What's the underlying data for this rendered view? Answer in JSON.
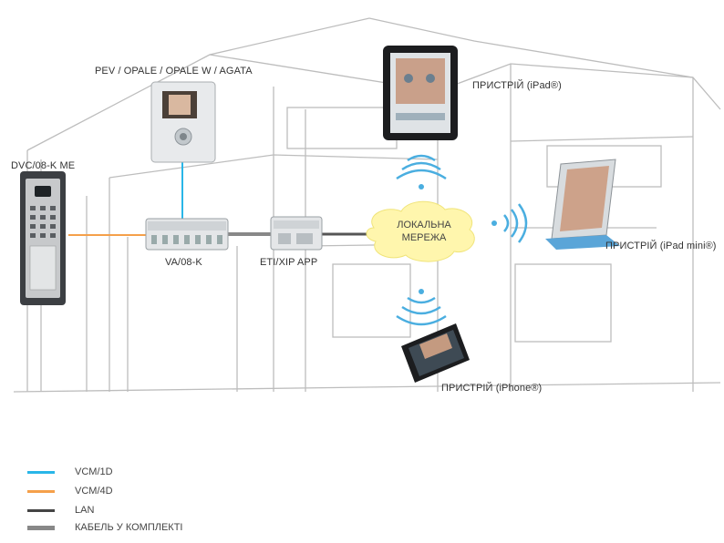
{
  "devices": {
    "pev_label": "PEV / OPALE / OPALE W / AGATA",
    "ipad_label": "ПРИСТРІЙ (iPad®)",
    "dvc_label": "DVC/08-K ME",
    "ipad_mini_label": "ПРИСТРІЙ (iPad mini®)",
    "va_label": "VA/08-K",
    "eti_label": "ETI/XIP APP",
    "iphone_label": "ПРИСТРІЙ (iPhone®)"
  },
  "network": {
    "line1": "ЛОКАЛЬНА",
    "line2": "МЕРЕЖА"
  },
  "legend": {
    "items": [
      {
        "label": "VCM/1D",
        "color": "#29b6e8"
      },
      {
        "label": "VCM/4D",
        "color": "#f5a04a"
      },
      {
        "label": "LAN",
        "color": "#444444"
      },
      {
        "label": "КАБЕЛЬ У КОМПЛЕКТІ",
        "color": "#888888"
      }
    ]
  },
  "colors": {
    "house_line": "#b8b8b8",
    "wifi": "#4aaee0",
    "cloud": "#fff7b0"
  }
}
